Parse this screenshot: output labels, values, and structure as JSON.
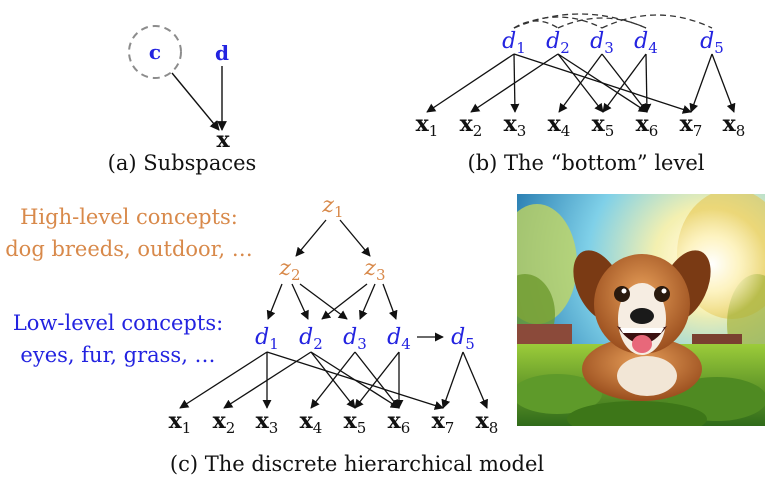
{
  "panels": {
    "a": {
      "caption": "(a) Subspaces",
      "nodes": {
        "c": "c",
        "d": "d",
        "x": "x"
      }
    },
    "b": {
      "caption": "(b) The “bottom” level",
      "d_nodes": [
        "d",
        "d",
        "d",
        "d",
        "d"
      ],
      "d_subs": [
        "1",
        "2",
        "3",
        "4",
        "5"
      ],
      "x_nodes": [
        "x",
        "x",
        "x",
        "x",
        "x",
        "x",
        "x",
        "x"
      ],
      "x_subs": [
        "1",
        "2",
        "3",
        "4",
        "5",
        "6",
        "7",
        "8"
      ]
    },
    "c": {
      "caption": "(c) The discrete hierarchical model",
      "high_label_1": "High-level concepts:",
      "high_label_2": "dog breeds, outdoor, …",
      "low_label_1": "Low-level concepts:",
      "low_label_2": "eyes, fur, grass, …",
      "z_nodes": [
        "z",
        "z",
        "z"
      ],
      "z_subs": [
        "1",
        "2",
        "3"
      ],
      "d_nodes": [
        "d",
        "d",
        "d",
        "d",
        "d"
      ],
      "d_subs": [
        "1",
        "2",
        "3",
        "4",
        "5"
      ],
      "x_nodes": [
        "x",
        "x",
        "x",
        "x",
        "x",
        "x",
        "x",
        "x"
      ],
      "x_subs": [
        "1",
        "2",
        "3",
        "4",
        "5",
        "6",
        "7",
        "8"
      ]
    }
  },
  "colors": {
    "blue": "#2323e0",
    "orange": "#d8894a",
    "black": "#111111",
    "dashed_gray": "#8c8c8c"
  }
}
